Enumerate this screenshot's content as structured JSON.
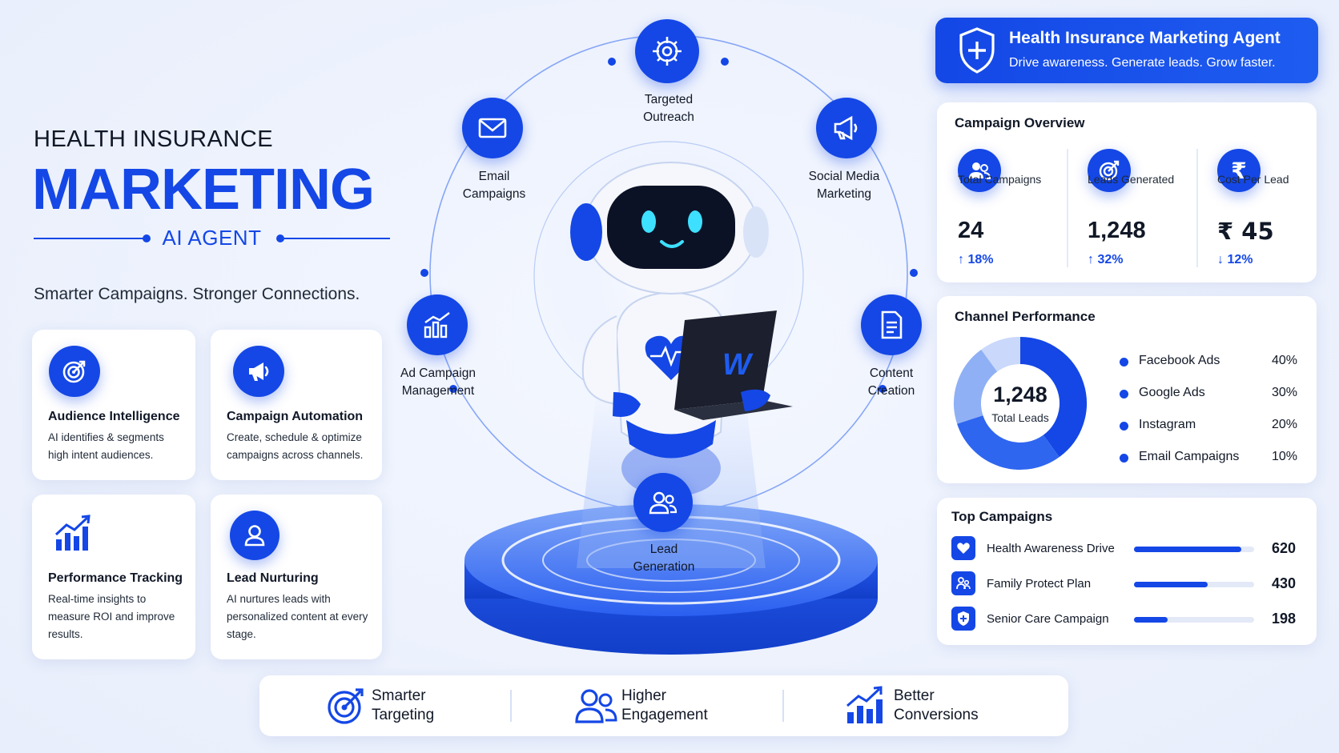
{
  "headline": {
    "top": "HEALTH INSURANCE",
    "main": "MARKETING",
    "sub": "AI AGENT",
    "tagline": "Smarter Campaigns. Stronger Connections."
  },
  "features": [
    {
      "icon": "target-icon",
      "title": "Audience Intelligence",
      "desc": "AI identifies & segments high intent audiences."
    },
    {
      "icon": "megaphone-icon",
      "title": "Campaign Automation",
      "desc": "Create, schedule & optimize campaigns across channels."
    },
    {
      "icon": "bar-chart-icon",
      "title": "Performance Tracking",
      "desc": "Real-time insights to measure ROI and improve results."
    },
    {
      "icon": "user-icon",
      "title": "Lead Nurturing",
      "desc": "AI nurtures leads with personalized content at every stage."
    }
  ],
  "orbit": [
    {
      "icon": "crosshair-icon",
      "label_line1": "Targeted",
      "label_line2": "Outreach"
    },
    {
      "icon": "mail-icon",
      "label_line1": "Email",
      "label_line2": "Campaigns"
    },
    {
      "icon": "megaphone-icon",
      "label_line1": "Social Media",
      "label_line2": "Marketing"
    },
    {
      "icon": "chart-icon",
      "label_line1": "Ad Campaign",
      "label_line2": "Management"
    },
    {
      "icon": "document-icon",
      "label_line1": "Content",
      "label_line2": "Creation"
    },
    {
      "icon": "users-icon",
      "label_line1": "Lead",
      "label_line2": "Generation"
    }
  ],
  "robot": {
    "laptop_logo": "W"
  },
  "banner": {
    "icon": "shield-plus-icon",
    "title": "Health Insurance Marketing Agent",
    "subtitle": "Drive awareness. Generate leads. Grow faster."
  },
  "overview": {
    "title": "Campaign Overview",
    "stats": [
      {
        "icon": "users-icon",
        "label": "Total Campaigns",
        "value": "24",
        "change": "↑ 18%"
      },
      {
        "icon": "target-icon",
        "label": "Leads Generated",
        "value": "1,248",
        "change": "↑ 32%"
      },
      {
        "icon": "rupee-icon",
        "label": "Cost Per Lead",
        "value": "₹ 45",
        "change": "↓ 12%"
      }
    ]
  },
  "channel": {
    "title": "Channel Performance",
    "center_value": "1,248",
    "center_label": "Total Leads",
    "items": [
      {
        "name": "Facebook Ads",
        "value": "40%",
        "share": 40,
        "color": "#1447e6"
      },
      {
        "name": "Google Ads",
        "value": "30%",
        "share": 30,
        "color": "#2f66f0"
      },
      {
        "name": "Instagram",
        "value": "20%",
        "share": 20,
        "color": "#8fb0f5"
      },
      {
        "name": "Email Campaigns",
        "value": "10%",
        "share": 10,
        "color": "#c9d8fb"
      }
    ]
  },
  "top_campaigns": {
    "title": "Top Campaigns",
    "max": 700,
    "items": [
      {
        "icon": "heart-icon",
        "name": "Health Awareness Drive",
        "value": "620",
        "amount": 620
      },
      {
        "icon": "family-icon",
        "name": "Family Protect Plan",
        "value": "430",
        "amount": 430
      },
      {
        "icon": "shield-icon",
        "name": "Senior Care Campaign",
        "value": "198",
        "amount": 198
      }
    ]
  },
  "benefits": [
    {
      "icon": "target-arrow-icon",
      "line1": "Smarter",
      "line2": "Targeting"
    },
    {
      "icon": "users-icon",
      "line1": "Higher",
      "line2": "Engagement"
    },
    {
      "icon": "growth-chart-icon",
      "line1": "Better",
      "line2": "Conversions"
    }
  ]
}
